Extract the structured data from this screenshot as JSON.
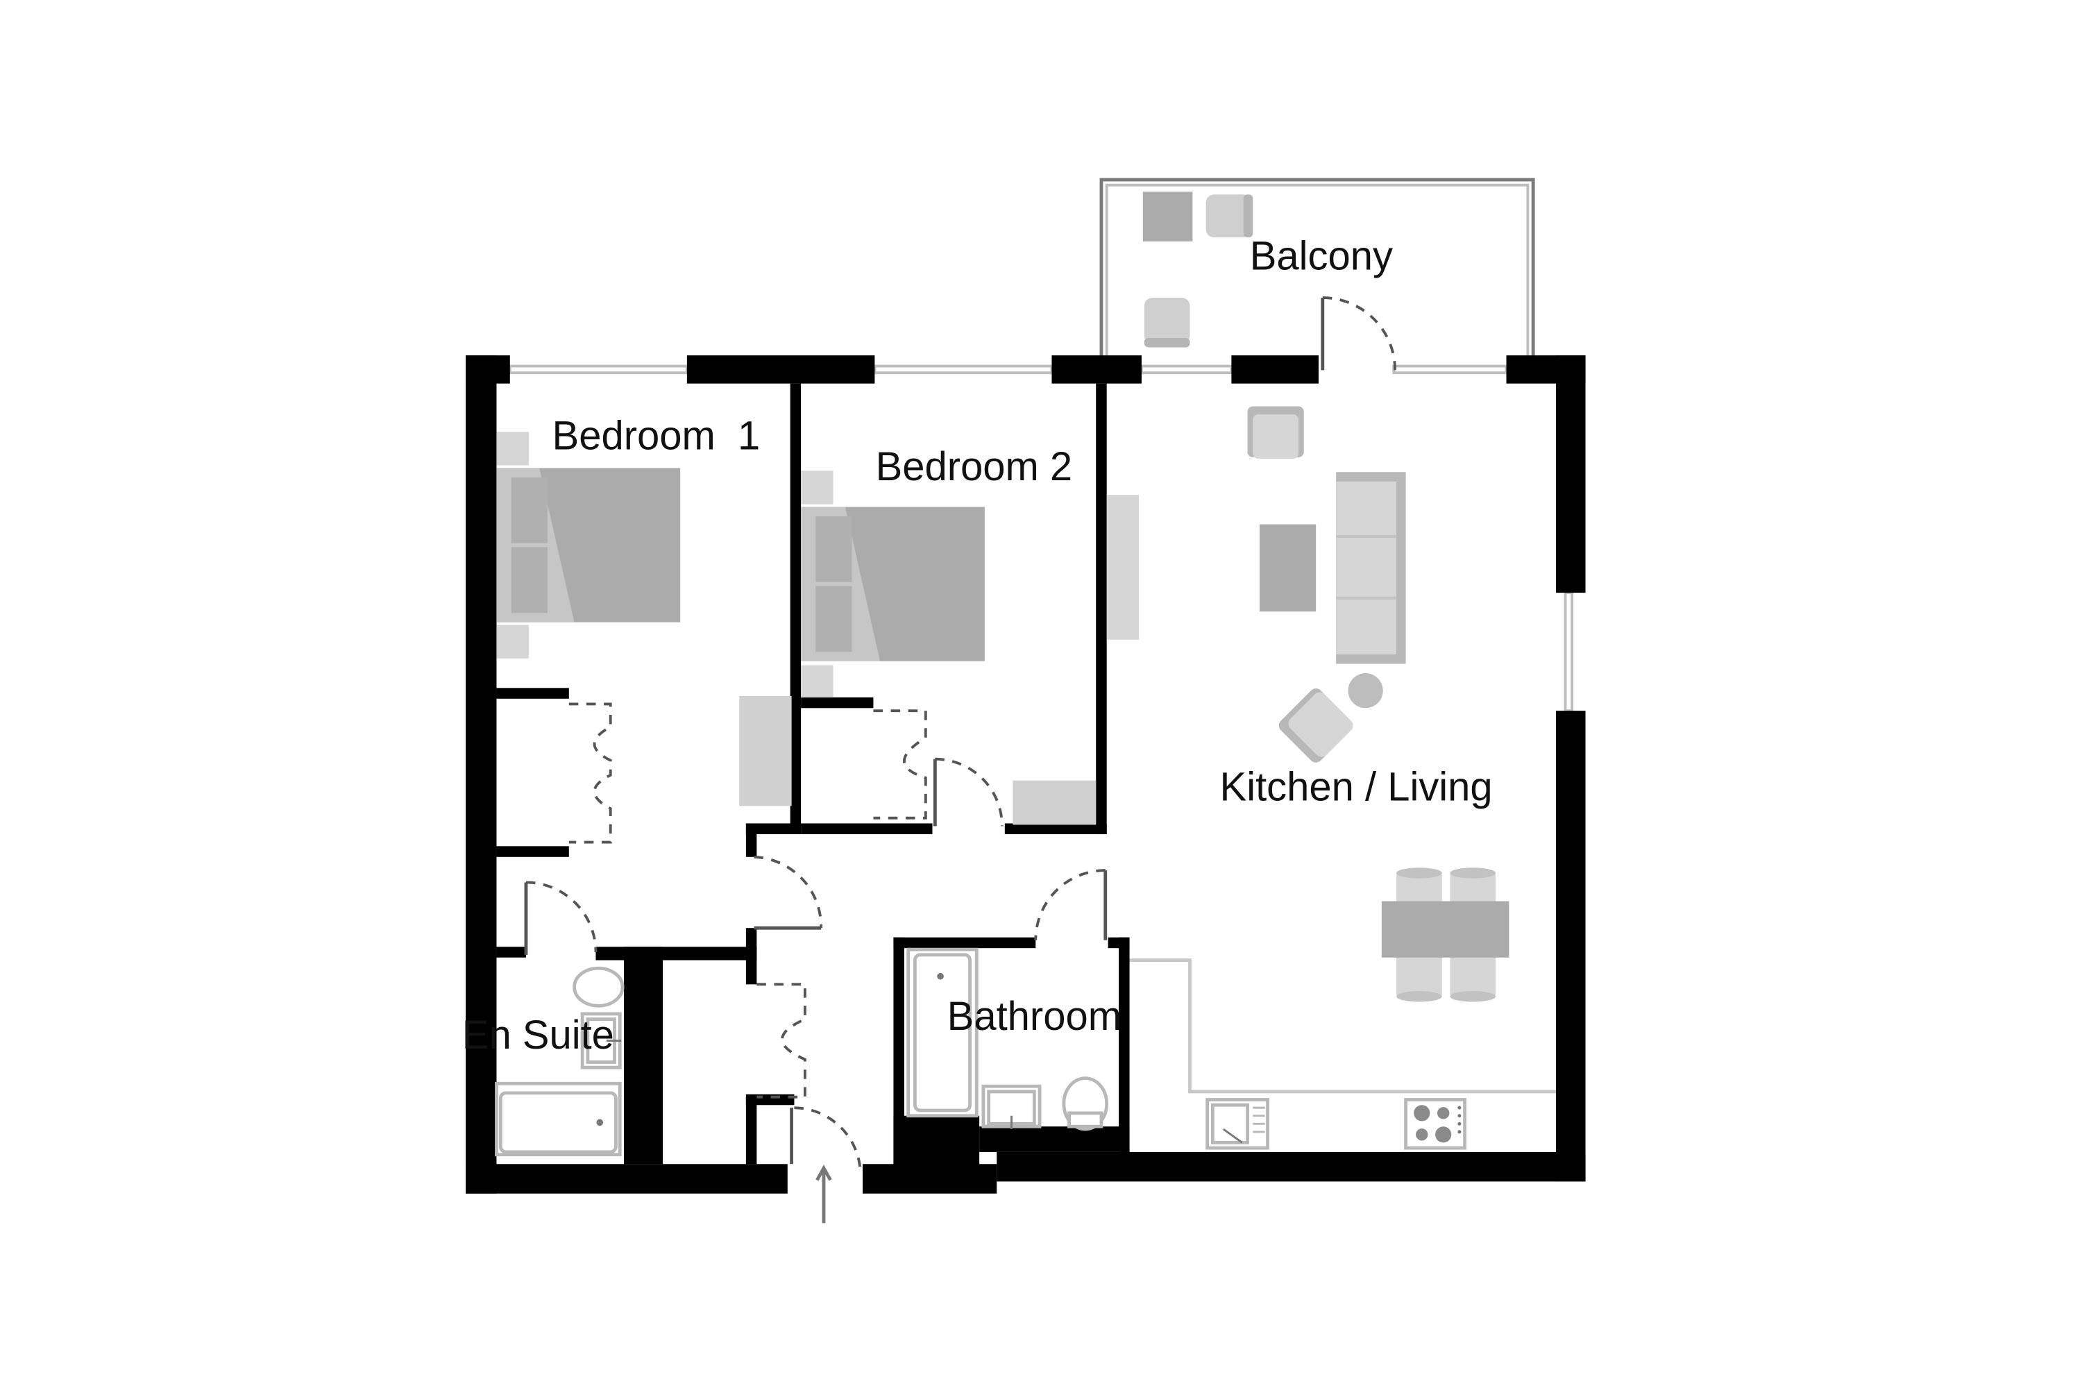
{
  "rooms": {
    "balcony": "Balcony",
    "bedroom1": "Bedroom  1",
    "bedroom2": "Bedroom 2",
    "kitchen_living": "Kitchen / Living",
    "en_suite": "En Suite",
    "bathroom": "Bathroom"
  },
  "colors": {
    "wall": "#000000",
    "furniture_dark": "#ababab",
    "furniture_mid": "#c2c2c2",
    "furniture_light": "#d6d6d6"
  }
}
